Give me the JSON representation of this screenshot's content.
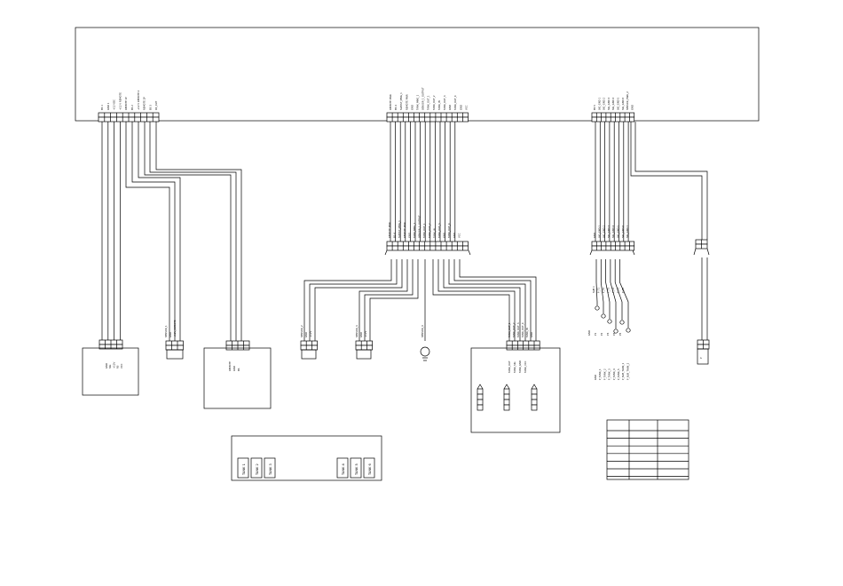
{
  "diagram": {
    "header_connector_labels": {
      "left": [
        "BS 1",
        "GND 1",
        "+12 VDC",
        "+12 V REMOTE",
        "REMOTE 1P",
        "BS 2",
        "+12 V REMOTE 2",
        "REMOTE 2P",
        "BS 3",
        "RS_OUT"
      ],
      "mid": [
        "REMOTE PWR",
        "BS 4",
        "SUPPLY_MNG_1",
        "REMOTE PWR",
        "GND",
        "TANK_MNG_1",
        "SENSOR_1_OUTPUT",
        "TANK_OUT_1",
        "TANK_OUT_2",
        "TANK_IN",
        "TANK_OUT_3",
        "GND",
        "TANK_OUT_4",
        "GND",
        "VCC"
      ],
      "right": [
        "BS 5",
        "SIG_GND 1",
        "SIG_GND 2",
        "SIG_GND 3",
        "SIG_GND 4",
        "SIG_GND 5",
        "SIG_GND 6",
        "SENSOR_PWR_2",
        "GND"
      ]
    },
    "tank_labels_left": [
      "TANK 1",
      "TANK 2",
      "TANK 3"
    ],
    "tank_labels_right": [
      "TANK 4",
      "TANK 5",
      "TANK 6"
    ],
    "pin_labels_right": [
      "GND",
      "P_TANK_1",
      "P_TANK_2",
      "P_TANK_3",
      "P_TANK_4",
      "P_TANK_5",
      "P_SUB_TANK_1",
      "P_SUB_TANK_2"
    ]
  }
}
